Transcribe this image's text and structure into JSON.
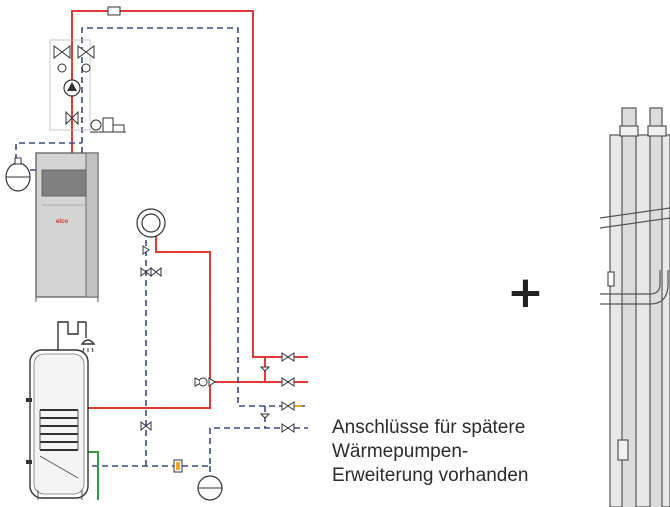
{
  "diagram": {
    "boiler_brand": "elco",
    "plus_symbol": "+",
    "caption_lines": [
      "Anschlüsse für spätere",
      "Wärmepumpen-",
      "Erweiterung vorhanden"
    ]
  },
  "colors": {
    "flow_line": "#e53935",
    "return_line": "#3a4a8a",
    "green_line": "#2e9e3a",
    "orange_marker": "#f5a623",
    "boiler_panel": "#d4d4d4",
    "boiler_display": "#808080",
    "brand": "#d32f2f",
    "chimney_fill": "#e0e0e0"
  },
  "icons": [
    "valve-icon",
    "pump-icon",
    "expansion-tank-icon",
    "three-way-valve-icon",
    "shower-head-icon",
    "filter-icon",
    "heat-pump-placeholder-icon"
  ]
}
